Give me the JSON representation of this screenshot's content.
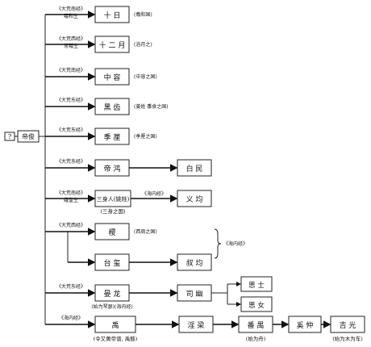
{
  "root": {
    "index": "?",
    "name": "帝俊"
  },
  "branches": [
    {
      "src": "《大荒南经》",
      "wife": "羲和生",
      "node": "十  日",
      "note": "(羲和国)"
    },
    {
      "src": "《大荒西经》",
      "wife": "常羲生",
      "node": "十 二 月",
      "note": "(浴月之)"
    },
    {
      "src": "《大荒南经》",
      "wife": "",
      "node": "中  容",
      "note": "(中容之国)"
    },
    {
      "src": "《大荒东经》",
      "wife": "",
      "node": "黑  齿",
      "note": "(姜姓 黍食之国)"
    },
    {
      "src": "《大荒东经》",
      "wife": "",
      "node": "季  厘",
      "note": "(季厘之国)"
    },
    {
      "src": "《大荒东经》",
      "wife": "",
      "node": "帝  鸿",
      "next": "白  民"
    },
    {
      "src": "《大荒南经》",
      "wife": "娥皇生",
      "node": "三身人(姚姓)",
      "sub": "(三身之国)",
      "mid": "《海内经》",
      "next": "义  均"
    },
    {
      "src": "《大荒西经》",
      "node": "稷",
      "note": "(西周之国)",
      "bracket_note": "《海内经》"
    },
    {
      "node": "台  玺",
      "next": "叔  均"
    },
    {
      "src": "《大荒东经》",
      "node": "晏  龙",
      "sub": "(始为琴瑟)(海内经)",
      "next": "司  幽",
      "children": [
        "思  士",
        "思  女"
      ]
    },
    {
      "src": "《海内经》",
      "node": "禹",
      "sub": "(令又黄帝谱, 禹鲧)",
      "chain": [
        {
          "label": "淫  梁",
          "sub": ""
        },
        {
          "label": "番  禺",
          "sub": "(始为舟)"
        },
        {
          "label": "奚  仲",
          "sub": ""
        },
        {
          "label": "吉  光",
          "sub": "(始为木为车)"
        }
      ]
    }
  ]
}
